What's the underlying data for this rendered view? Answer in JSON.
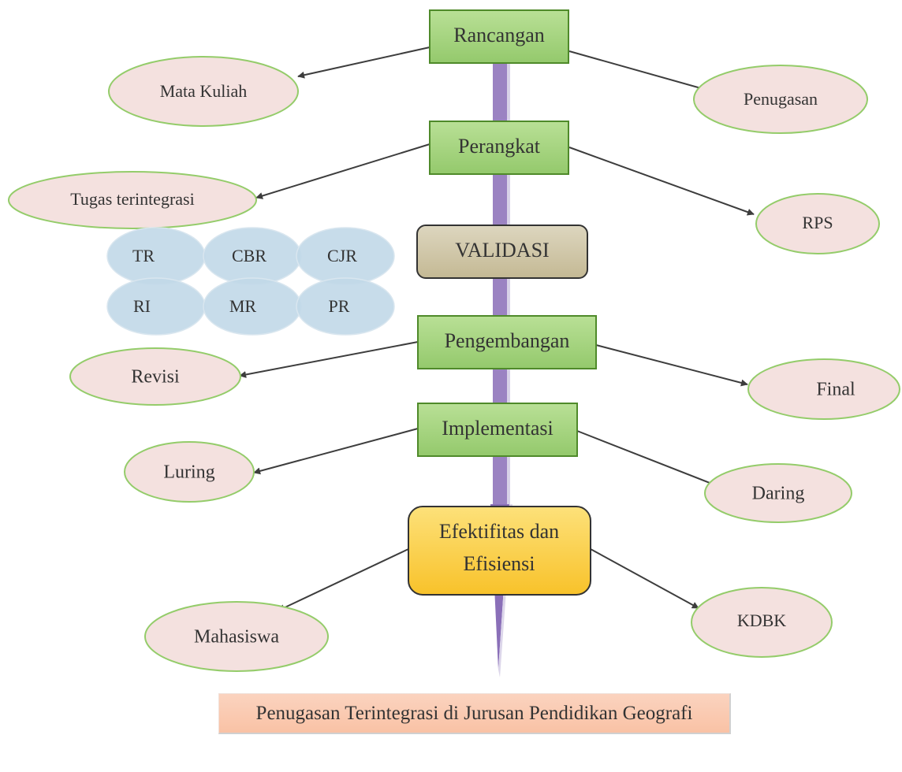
{
  "colors": {
    "stage_fill": "#a4d57e",
    "stage_border": "#4f8a2a",
    "oval_fill": "#f4e1df",
    "oval_border": "#94cc6a",
    "blue_oval_fill": "#c1d8e8",
    "validation_fill": "#ccc3a6",
    "final_fill": "#fbcb40",
    "axis": "#9b83c2",
    "arrow": "#3d3d3d"
  },
  "stages": {
    "rancangan": "Rancangan",
    "perangkat": "Perangkat",
    "validasi": "VALIDASI",
    "pengembangan": "Pengembangan",
    "implementasi": "Implementasi",
    "efektifitas_line1": "Efektifitas dan",
    "efektifitas_line2": "Efisiensi"
  },
  "outputs": {
    "mata_kuliah": "Mata Kuliah",
    "penugasan": "Penugasan",
    "tugas_terintegrasi": "Tugas terintegrasi",
    "rps": "RPS",
    "revisi": "Revisi",
    "final": "Final",
    "luring": "Luring",
    "daring": "Daring",
    "mahasiswa": "Mahasiswa",
    "kdbk": "KDBK"
  },
  "task_types": [
    "TR",
    "CBR",
    "CJR",
    "RI",
    "MR",
    "PR"
  ],
  "footer": "Penugasan Terintegrasi di Jurusan Pendidikan Geografi"
}
